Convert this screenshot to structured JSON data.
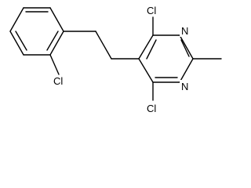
{
  "structure": {
    "atom_labels": {
      "cl_top": "Cl",
      "n_upper": "N",
      "n_lower": "N",
      "cl_bottom": "Cl",
      "cl_phenyl": "Cl"
    }
  }
}
